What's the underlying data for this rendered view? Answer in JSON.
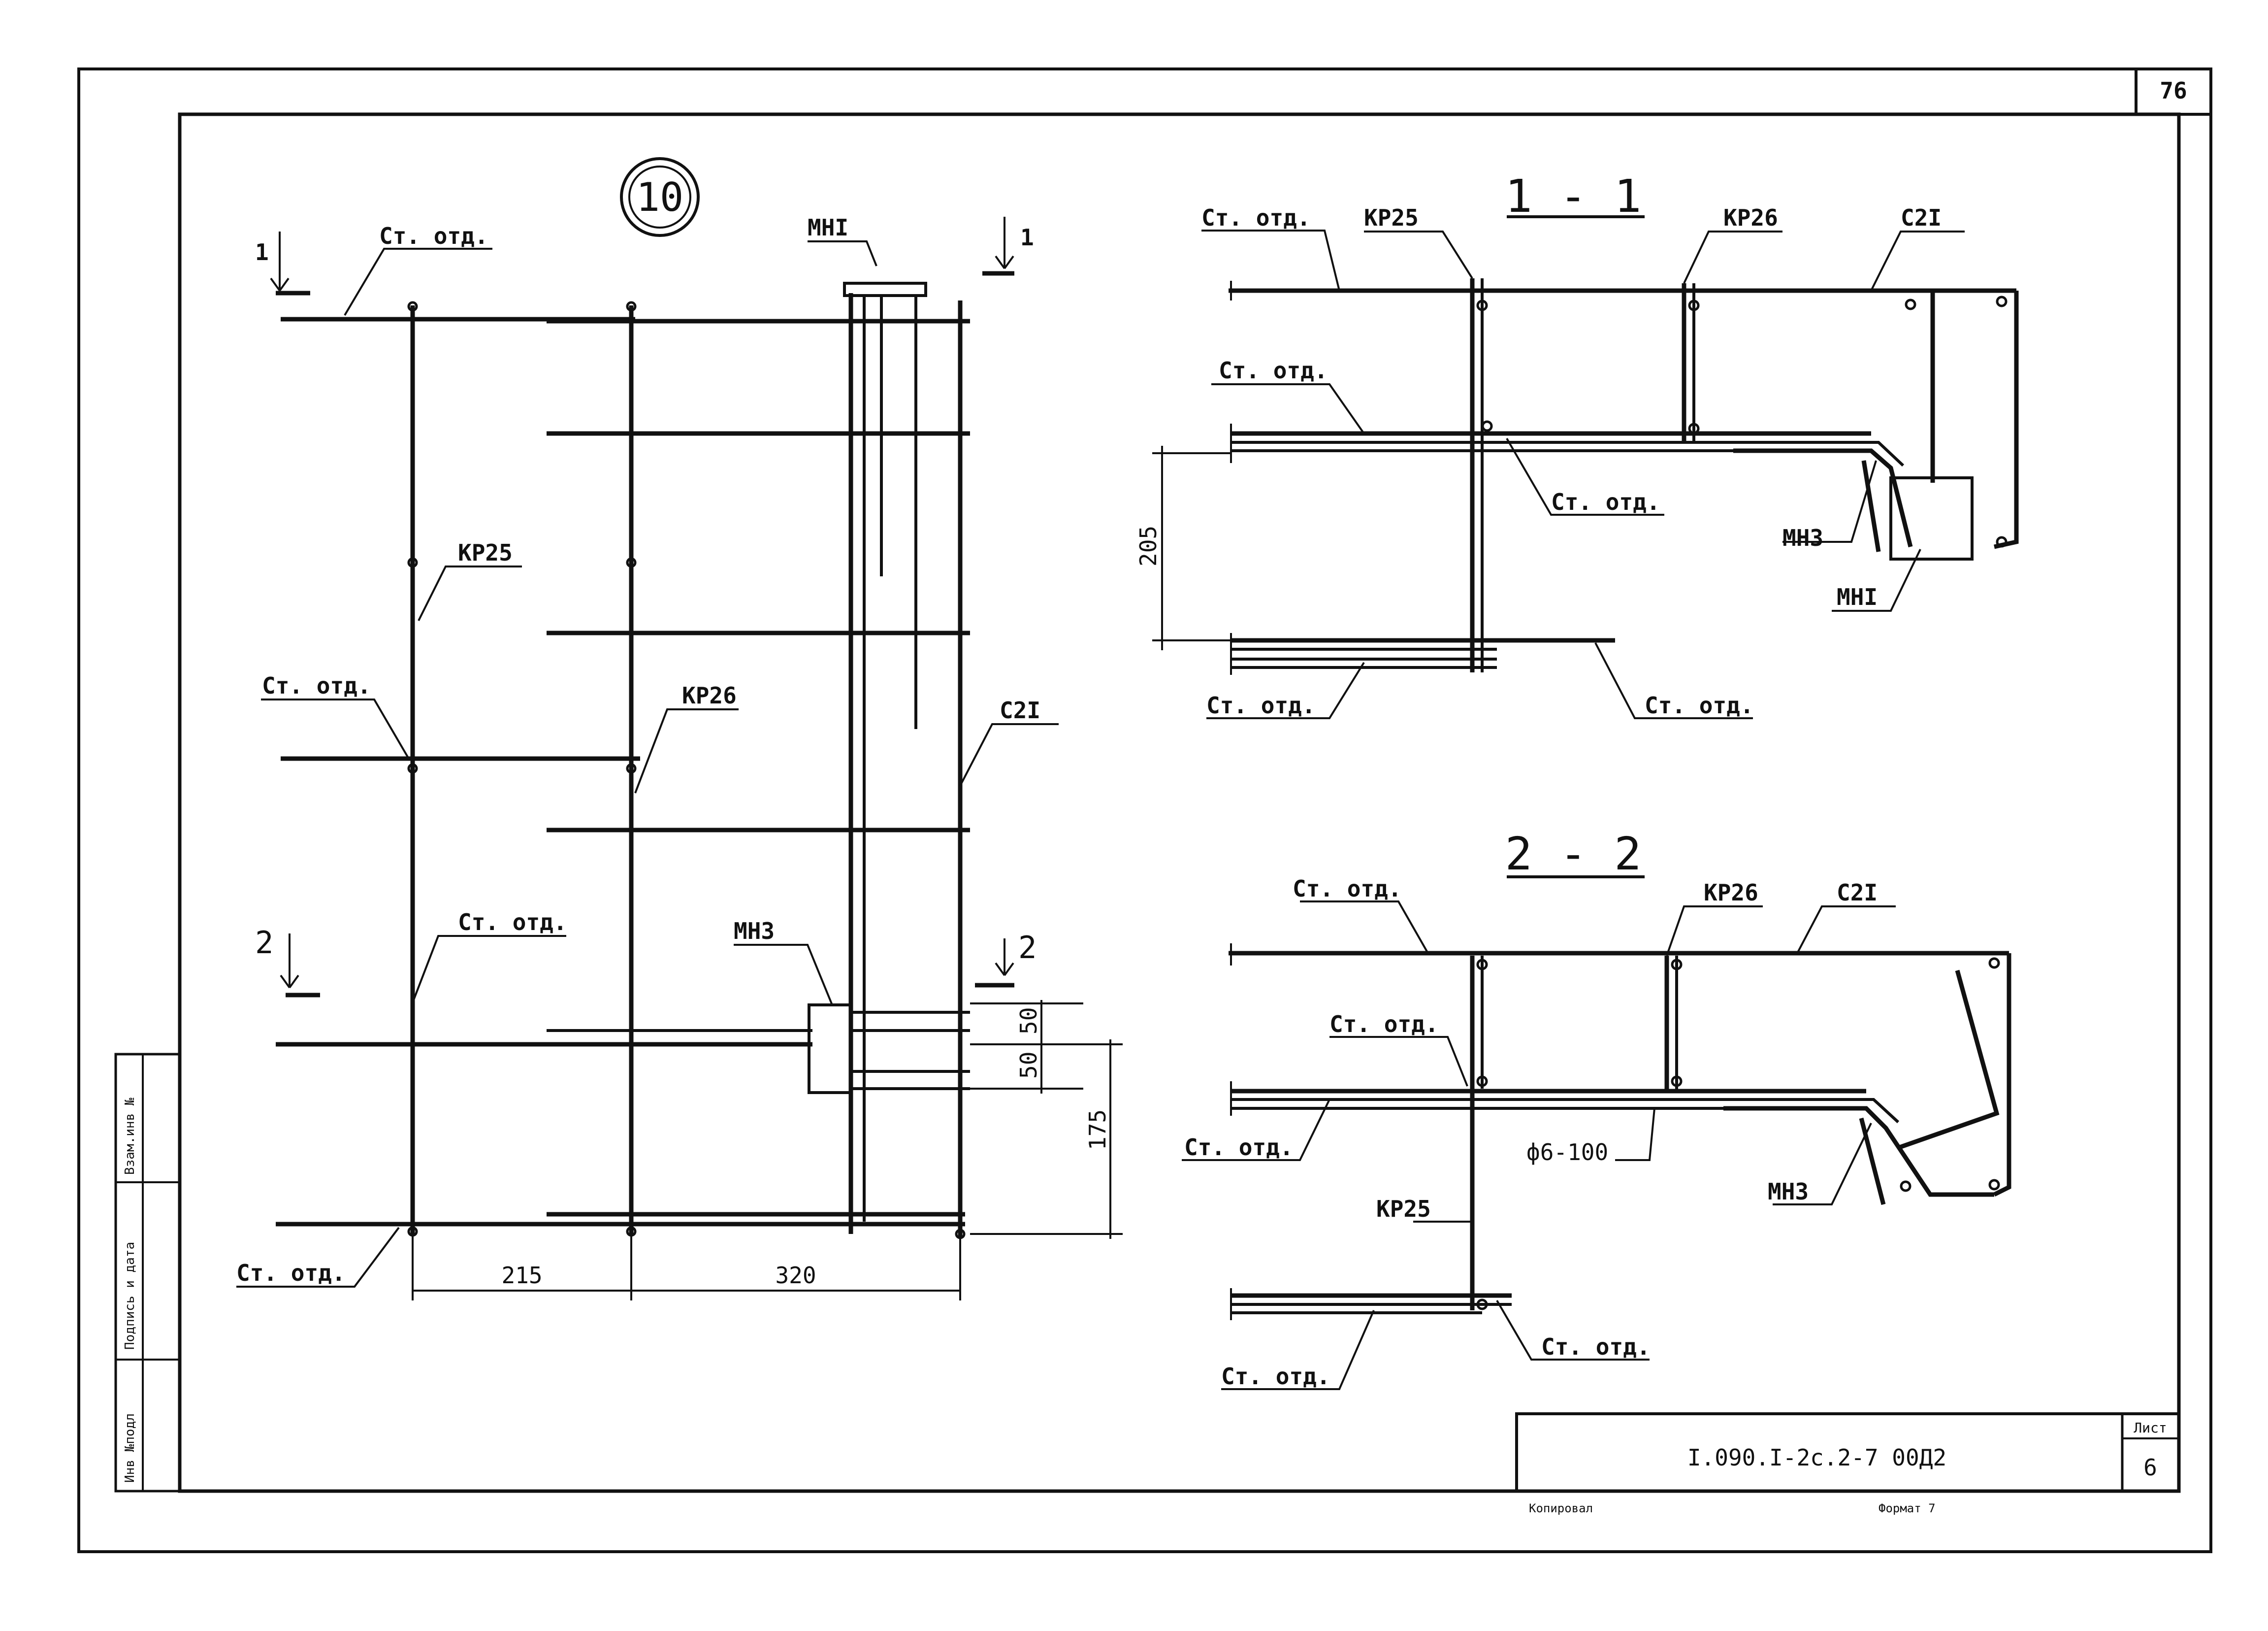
{
  "sheet": {
    "page_number": "76",
    "detail_number": "10",
    "drawing_code": "I.090.I-2c.2-7 00Д2",
    "list_label": "Лист",
    "list_number": "6",
    "copied_label": "Копировал",
    "format_label": "Формат 7"
  },
  "side_stamp": {
    "inv_podl": "Инв №подл",
    "podpis": "Подпись и дата",
    "vzam": "Взам.инв №"
  },
  "main_view": {
    "cut_1_left": "1",
    "cut_1_right": "1",
    "cut_2_left": "2",
    "cut_2_right": "2",
    "labels": {
      "st_otd_top": "Ст. отд.",
      "mn1": "МНI",
      "kr25": "КР25",
      "st_otd_mid": "Ст. отд.",
      "kr26": "КР26",
      "c21": "С2I",
      "st_otd_low": "Ст. отд.",
      "mn3": "МНЗ",
      "st_otd_bottom": "Ст. отд."
    },
    "dims": {
      "d215": "215",
      "d320": "320",
      "d50a": "50",
      "d50b": "50",
      "d175": "175"
    }
  },
  "section_1": {
    "title": "1 - 1",
    "labels": {
      "st_otd_1": "Ст. отд.",
      "kr25": "КР25",
      "kr26": "КР26",
      "c21": "С2I",
      "st_otd_2": "Ст. отд.",
      "st_otd_3": "Ст. отд.",
      "mn3": "МНЗ",
      "mn1": "МНI",
      "st_otd_4": "Ст. отд.",
      "st_otd_5": "Ст. отд."
    },
    "dims": {
      "d205": "205"
    }
  },
  "section_2": {
    "title": "2 - 2",
    "labels": {
      "st_otd_1": "Ст. отд.",
      "kr26": "КР26",
      "c21": "С2I",
      "st_otd_2": "Ст. отд.",
      "st_otd_3": "Ст. отд.",
      "spacing": "ф6-100",
      "mn3": "МНЗ",
      "kr25": "КР25",
      "st_otd_4": "Ст. отд.",
      "st_otd_5": "Ст. отд."
    }
  }
}
